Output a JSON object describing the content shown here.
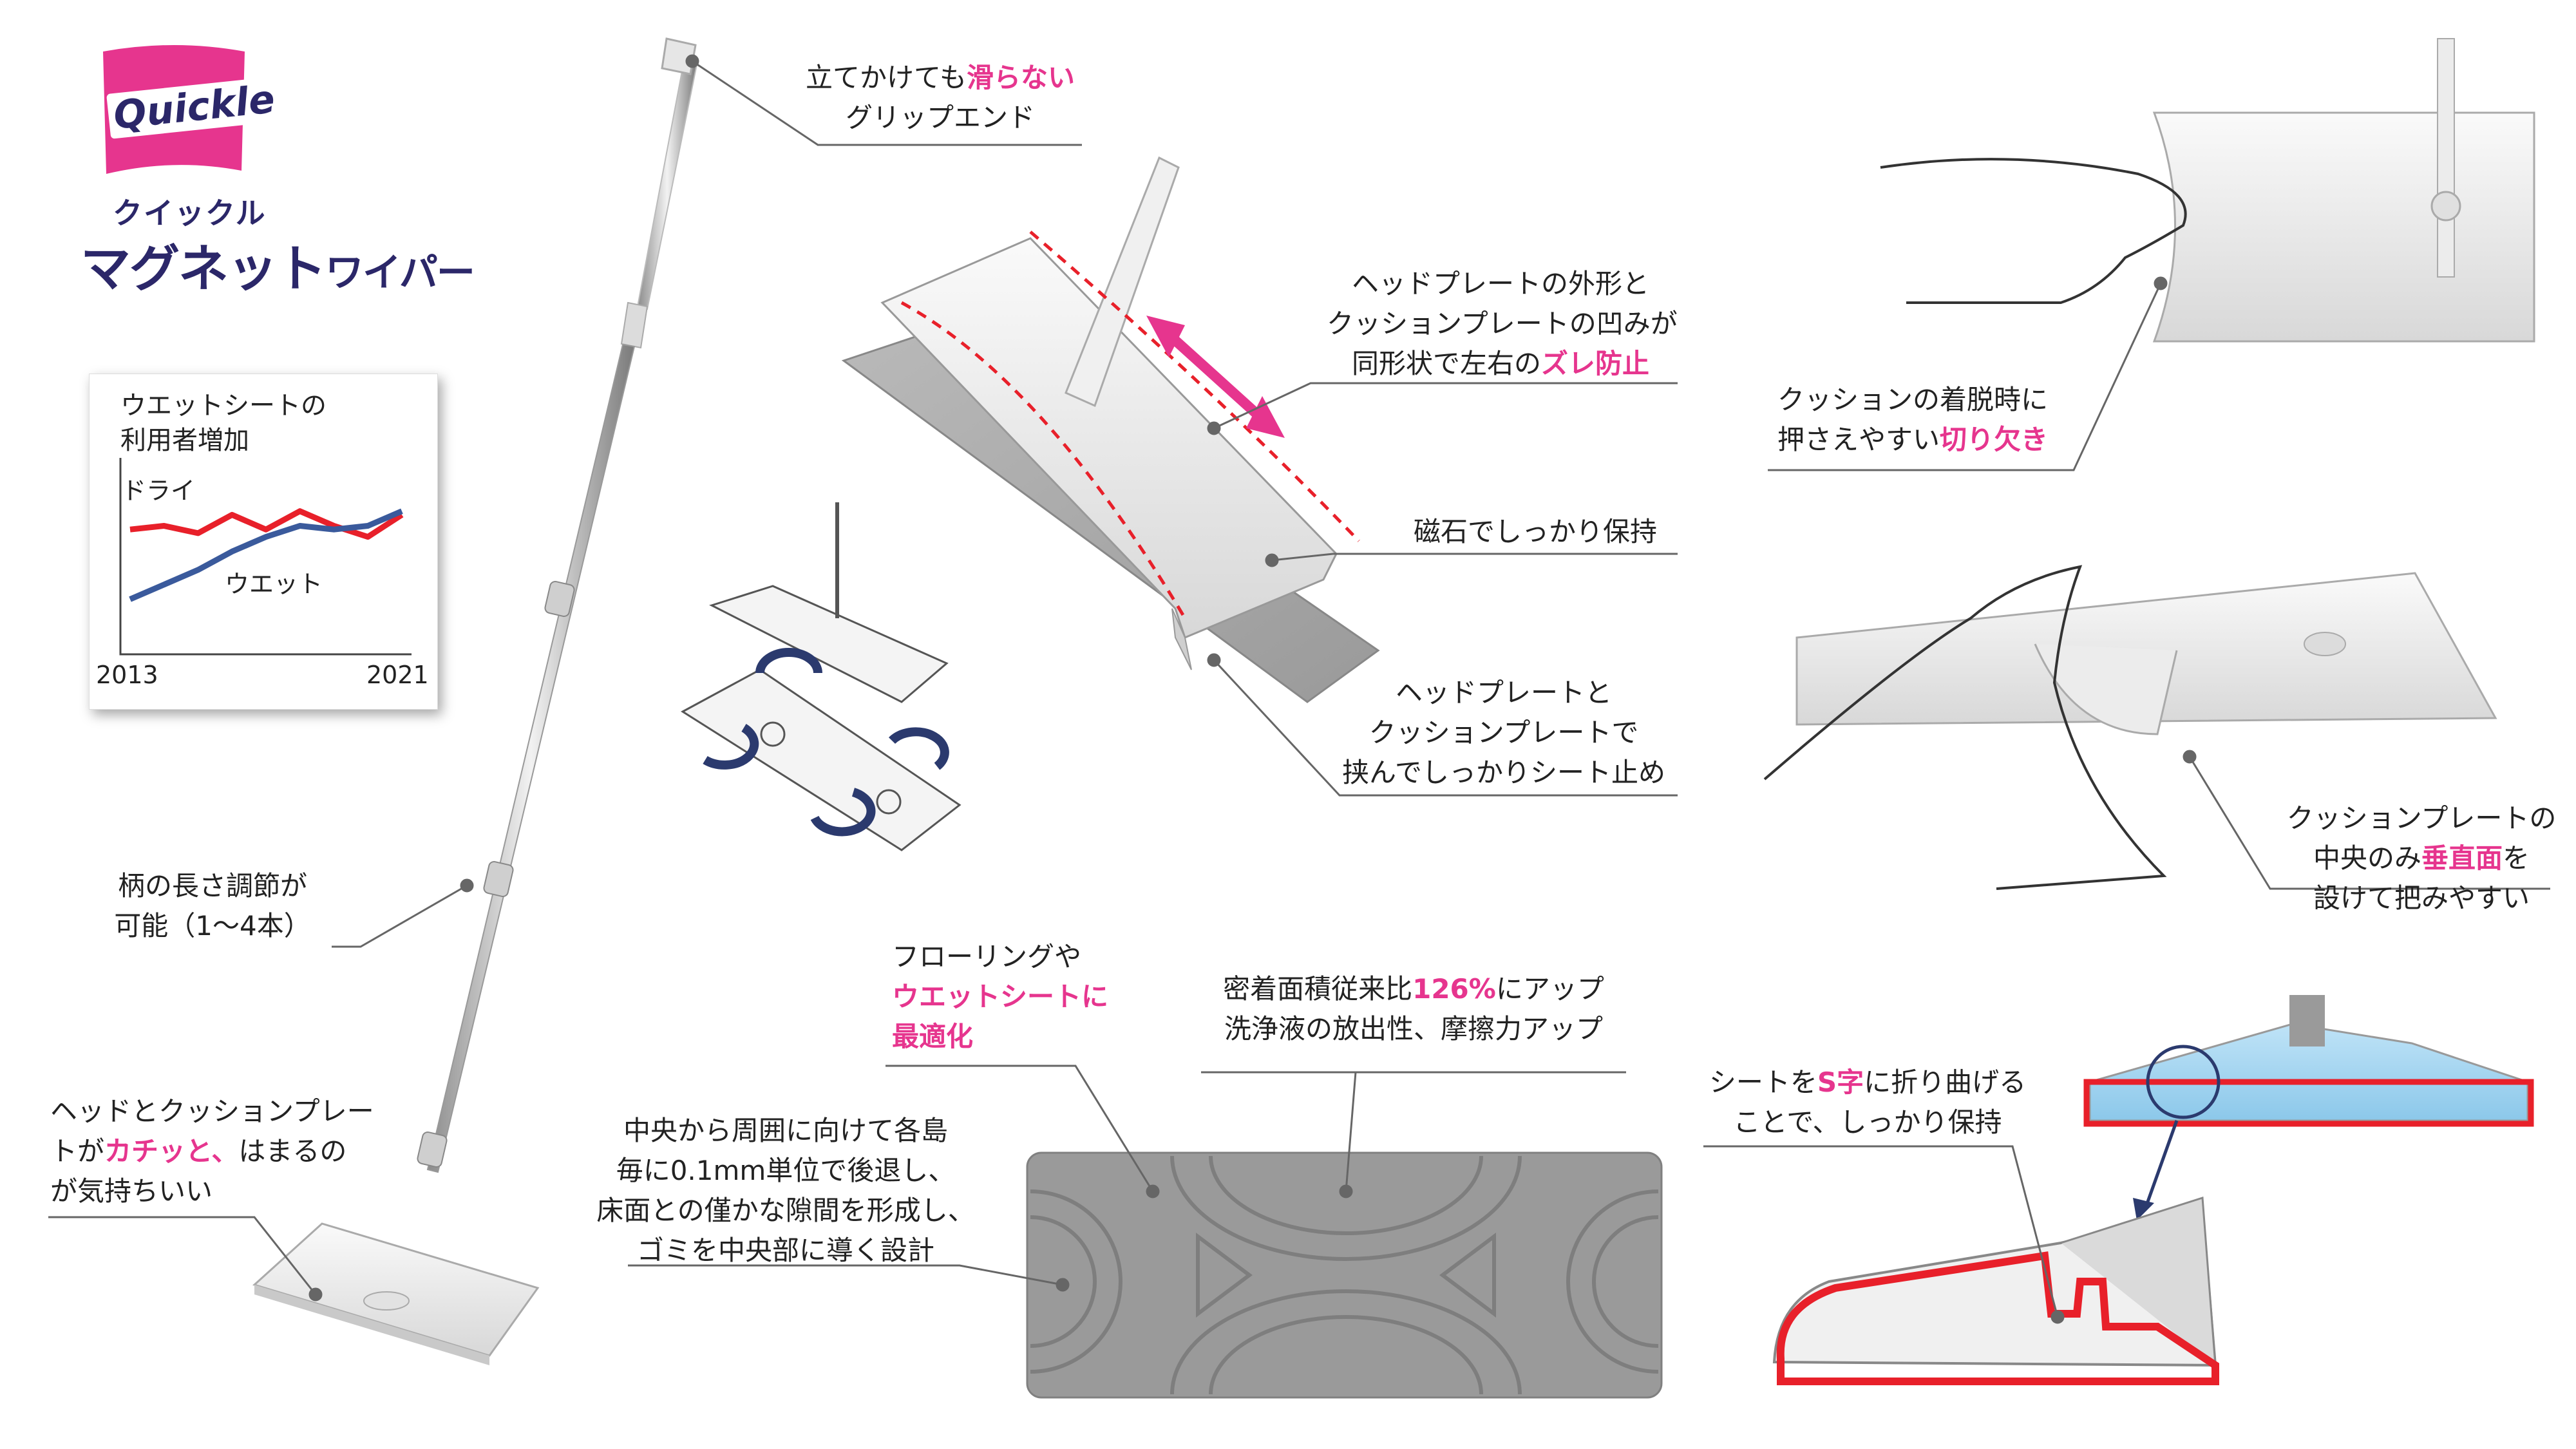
{
  "brand": {
    "logo_text": "Quickle",
    "kana": "クイックル",
    "product_main": "マグネット",
    "product_sub": "ワイパー",
    "logo_color": "#e6358e",
    "text_color": "#2b2769"
  },
  "accent_color": "#e6358e",
  "chart_data": {
    "type": "line",
    "title": "ウエットシートの\n利用者増加",
    "x_tick_labels": [
      "2013",
      "2021"
    ],
    "x": [
      2013,
      2014,
      2015,
      2016,
      2017,
      2018,
      2019,
      2020,
      2021
    ],
    "ylim": [
      0,
      10
    ],
    "grid": false,
    "series": [
      {
        "name": "ドライ",
        "color": "#e8202a",
        "values": [
          6.8,
          7.0,
          6.6,
          7.6,
          6.8,
          7.8,
          7.0,
          6.4,
          7.6
        ]
      },
      {
        "name": "ウエット",
        "color": "#3a5a9c",
        "values": [
          3.0,
          3.8,
          4.6,
          5.6,
          6.4,
          7.0,
          6.8,
          7.0,
          7.8
        ]
      }
    ]
  },
  "callouts": {
    "grip": {
      "line1_pre": "立てかけても",
      "line1_hl": "滑らない",
      "line2": "グリップエンド"
    },
    "shape": {
      "line1": "ヘッドプレートの外形と",
      "line2": "クッションプレートの凹みが",
      "line3_pre": "同形状で左右の",
      "line3_hl": "ズレ防止"
    },
    "magnet": {
      "text": "磁石でしっかり保持"
    },
    "sandwich": {
      "line1": "ヘッドプレートと",
      "line2": "クッションプレートで",
      "line3": "挟んでしっかりシート止め"
    },
    "length": {
      "line1": "柄の長さ調節が",
      "line2": "可能（1～4本）"
    },
    "click": {
      "line1": "ヘッドとクッションプレー",
      "line2_pre": "トが",
      "line2_hl": "カチッと、",
      "line2_post": "はまるの",
      "line3": "が気持ちいい"
    },
    "flooring": {
      "line1": "フローリングや",
      "line2_hl": "ウエットシートに",
      "line3_hl": "最適化"
    },
    "contact": {
      "line1_pre": "密着面積従来比",
      "line1_hl": "126%",
      "line1_post": "にアップ",
      "line2": "洗浄液の放出性、摩擦力アップ"
    },
    "islands": {
      "line1": "中央から周囲に向けて各島",
      "line2": "毎に0.1mm単位で後退し、",
      "line3": "床面との僅かな隙間を形成し、",
      "line4": "ゴミを中央部に導く設計"
    },
    "notch": {
      "line1": "クッションの着脱時に",
      "line2_pre": "押さえやすい",
      "line2_hl": "切り欠き"
    },
    "vertical": {
      "line1": "クッションプレートの",
      "line2_pre": "中央のみ",
      "line2_hl": "垂直面",
      "line2_post": "を",
      "line3": "設けて把みやすい"
    },
    "sfold": {
      "line1_pre": "シートを",
      "line1_hl": "S字",
      "line1_post": "に折り曲げる",
      "line2": "ことで、しっかり保持"
    }
  }
}
